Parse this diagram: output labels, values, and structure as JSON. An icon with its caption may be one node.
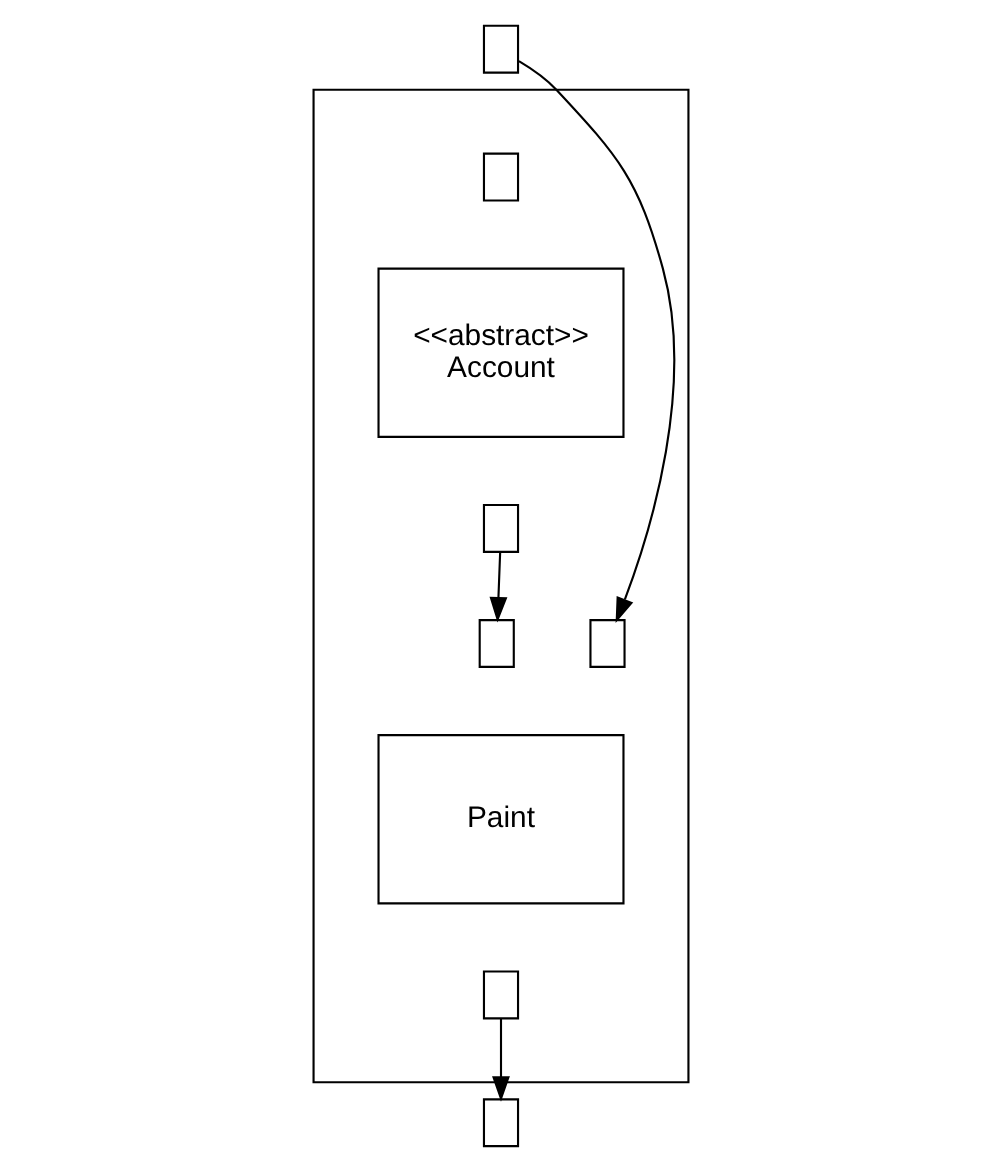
{
  "diagram": {
    "nodes": [
      {
        "text": [],
        "shape": "box"
      },
      {
        "text": [],
        "shape": "box"
      },
      {
        "text": [],
        "shape": "box",
        "in": 0
      },
      {
        "text": [
          "<<abstract>>",
          "Account"
        ],
        "in": 0
      },
      {
        "text": [],
        "shape": "box",
        "in": 0
      },
      {
        "text": [],
        "shape": "box",
        "in": 0
      },
      {
        "text": [],
        "shape": "box",
        "in": 0
      },
      {
        "text": [
          "Paint"
        ],
        "in": 0
      },
      {
        "text": [],
        "shape": "box",
        "in": 0
      },
      {
        "text": [],
        "shape": "box"
      }
    ],
    "edges": [
      {
        "from": 1,
        "to": 5,
        "arrow": "to"
      },
      {
        "from": 4,
        "to": 6,
        "arrow": "to"
      },
      {
        "from": 8,
        "to": 9,
        "arrow": "to"
      }
    ]
  }
}
